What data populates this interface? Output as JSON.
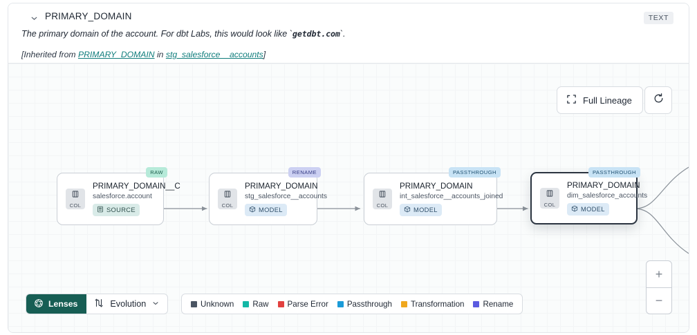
{
  "header": {
    "chevron_icon": "chevron-down-icon",
    "title": "PRIMARY_DOMAIN",
    "type_badge": "TEXT",
    "description_pre": "The primary domain of the account. For dbt Labs, this would look like ",
    "description_code": "getdbt.com",
    "description_tick_open": "`",
    "description_tick_close": "`",
    "description_post": ".",
    "inherited_prefix": "[Inherited from ",
    "inherited_column": "PRIMARY_DOMAIN",
    "inherited_middle": " in ",
    "inherited_model": "stg_salesforce__accounts",
    "inherited_suffix": "]"
  },
  "toolbar": {
    "full_lineage_label": "Full Lineage",
    "full_lineage_icon": "expand-icon",
    "refresh_icon": "refresh-icon"
  },
  "zoom_controls": {
    "zoom_in_label": "+",
    "zoom_out_label": "−"
  },
  "lineage": {
    "column_chip_label": "COL",
    "nodes": [
      {
        "title": "PRIMARY_DOMAIN__C",
        "subtitle": "salesforce.account",
        "kind_label": "SOURCE",
        "kind_icon": "database-icon",
        "kind_class": "source",
        "badge": "RAW",
        "badge_class": "raw",
        "selected": false
      },
      {
        "title": "PRIMARY_DOMAIN",
        "subtitle": "stg_salesforce__accounts",
        "kind_label": "MODEL",
        "kind_icon": "cube-icon",
        "kind_class": "model",
        "badge": "RENAME",
        "badge_class": "rename",
        "selected": false
      },
      {
        "title": "PRIMARY_DOMAIN",
        "subtitle": "int_salesforce__accounts_joined",
        "kind_label": "MODEL",
        "kind_icon": "cube-icon",
        "kind_class": "model",
        "badge": "PASSTHROUGH",
        "badge_class": "passthrough",
        "selected": false
      },
      {
        "title": "PRIMARY_DOMAIN",
        "subtitle": "dim_salesforce_accounts",
        "kind_label": "MODEL",
        "kind_icon": "cube-icon",
        "kind_class": "model",
        "badge": "PASSTHROUGH",
        "badge_class": "passthrough",
        "selected": true
      }
    ]
  },
  "bottom_bar": {
    "lenses_label": "Lenses",
    "lenses_icon": "aperture-icon",
    "evolution_label": "Evolution",
    "evolution_icon": "evolution-icon",
    "evolution_chevron_icon": "chevron-down-icon",
    "legend": [
      {
        "label": "Unknown",
        "color": "#4b5563"
      },
      {
        "label": "Raw",
        "color": "#14b8a6"
      },
      {
        "label": "Parse Error",
        "color": "#e2413f"
      },
      {
        "label": "Passthrough",
        "color": "#1b9bd8"
      },
      {
        "label": "Transformation",
        "color": "#f0a81e"
      },
      {
        "label": "Rename",
        "color": "#5b5be0"
      }
    ]
  }
}
